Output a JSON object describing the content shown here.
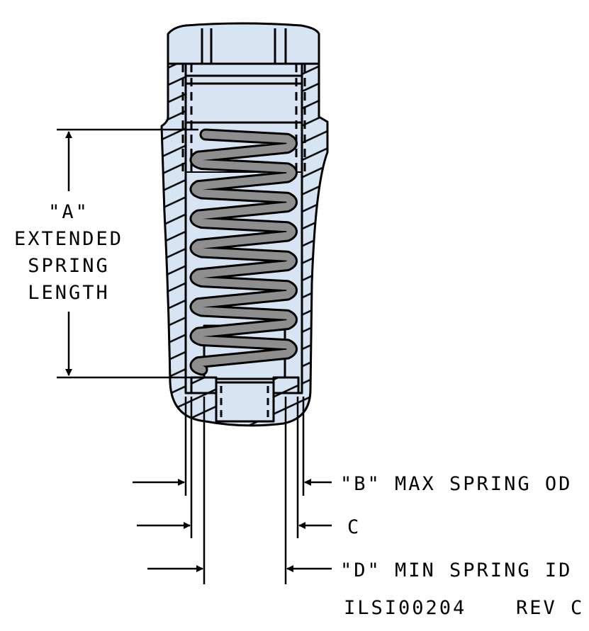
{
  "labels": {
    "a_quote": "\"A\"",
    "a_line1": "EXTENDED",
    "a_line2": "SPRING",
    "a_line3": "LENGTH",
    "b": "\"B\" MAX SPRING OD",
    "c": "C",
    "d": "\"D\" MIN SPRING ID",
    "drawing_number": "ILSI00204",
    "revision": "REV C"
  },
  "colors": {
    "body_fill": "#d6e4f3",
    "spring_fill": "#8e8e8e",
    "line": "#000000"
  },
  "spring": {
    "coils": 8
  }
}
